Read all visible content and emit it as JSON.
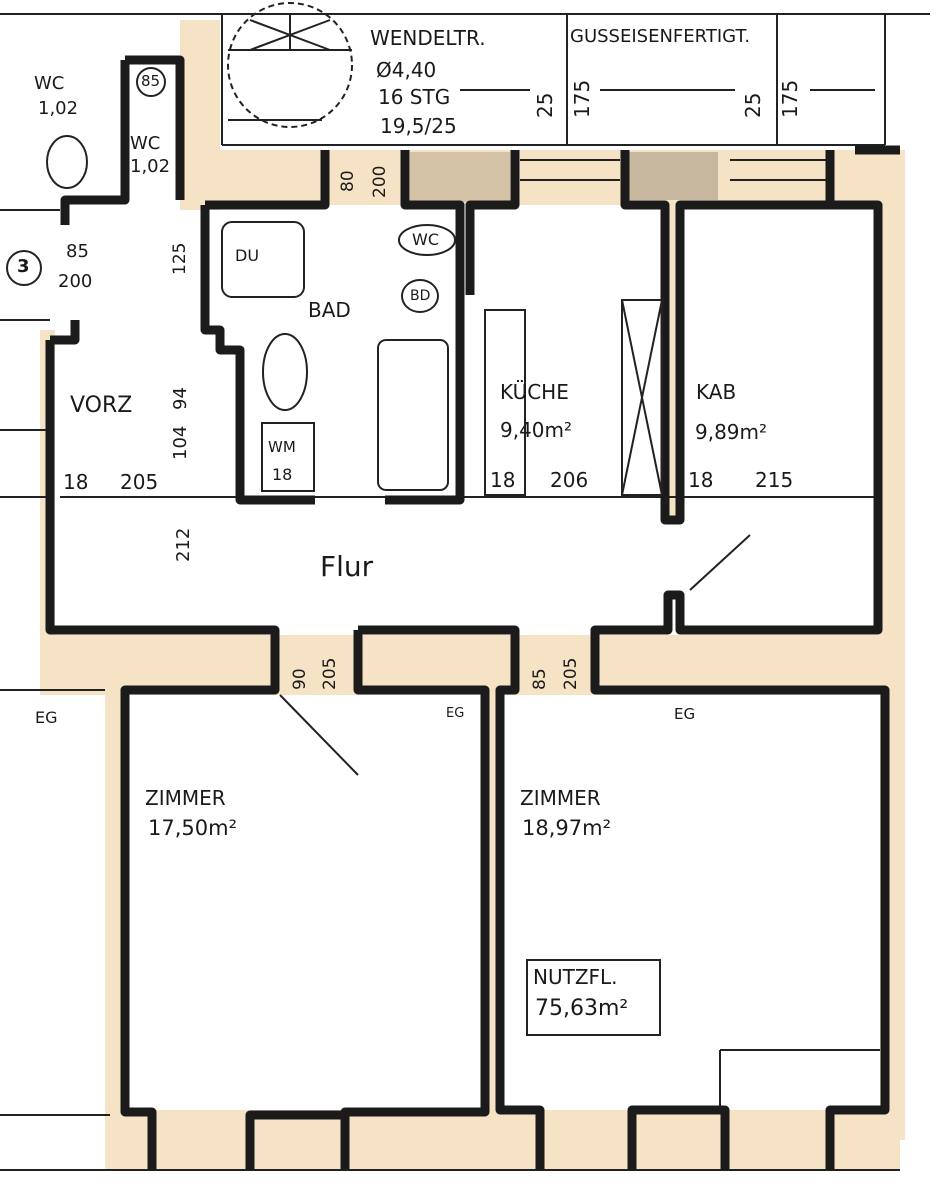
{
  "title": "Floor plan (Grundriss)",
  "stair": {
    "label": "WENDELTR.",
    "note": "GUSSEISENFERTIGT.",
    "diameter": "Ø4,40",
    "steps": "16 STG",
    "ratio": "19,5/25"
  },
  "top_dims": [
    "25",
    "175",
    "25",
    "175"
  ],
  "window_dims": [
    "80",
    "200"
  ],
  "left_rooms": {
    "wc1": "WC",
    "wc1_area": "1,02",
    "wc2": "WC",
    "wc2_area": "1,02",
    "circle_85": "85",
    "dim_85": "85",
    "dim_200": "200",
    "circle_3": "3",
    "dim_125": "125"
  },
  "rooms": {
    "bad": {
      "name": "BAD",
      "du": "DU",
      "wc": "WC",
      "bd": "BD",
      "wm": "WM",
      "wm_dim": "18"
    },
    "vorz": {
      "name": "VORZ",
      "dim_94": "94",
      "dim_104": "104",
      "dim_18": "18",
      "dim_205": "205",
      "dim_212": "212"
    },
    "kueche": {
      "name": "KÜCHE",
      "area": "9,40m²",
      "dim_18": "18",
      "dim_206": "206"
    },
    "kab": {
      "name": "KAB",
      "area": "9,89m²",
      "dim_18": "18",
      "dim_215": "215"
    },
    "flur": {
      "name": "Flur"
    },
    "zimmer1": {
      "name": "ZIMMER",
      "area": "17,50m²"
    },
    "zimmer2": {
      "name": "ZIMMER",
      "area": "18,97m²"
    }
  },
  "door_dims": [
    "90",
    "205",
    "85",
    "205"
  ],
  "eg_labels": [
    "EG",
    "EG",
    "EG"
  ],
  "nutzflaeche": {
    "label": "NUTZFL.",
    "value": "75,63m²"
  },
  "colors": {
    "wall": "#1b1b1b",
    "band": "#f6e3c6"
  }
}
